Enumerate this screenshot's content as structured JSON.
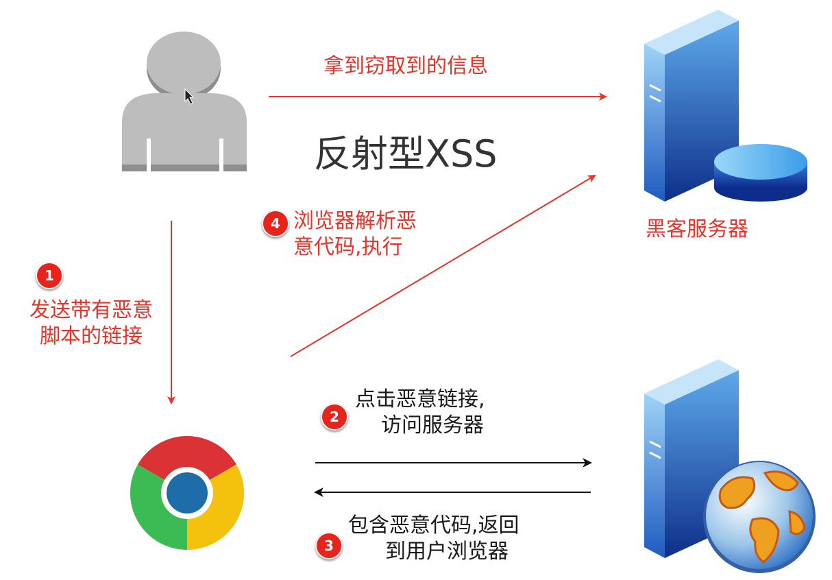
{
  "title": "反射型XSS",
  "top_arrow_label": "拿到窃取到的信息",
  "hacker_server_label": "黑客服务器",
  "step1": {
    "number": "1",
    "lines": [
      "发送带有恶意",
      "脚本的链接"
    ]
  },
  "step2": {
    "number": "2",
    "lines": [
      "点击恶意链接,",
      "访问服务器"
    ]
  },
  "step3": {
    "number": "3",
    "lines": [
      "包含恶意代码,返回",
      "到用户浏览器"
    ]
  },
  "step4": {
    "number": "4",
    "lines": [
      "浏览器解析恶",
      "意代码,执行"
    ]
  },
  "colors": {
    "arrow_red": "#e8322a",
    "arrow_black": "#111111",
    "badge": "#e8231c"
  },
  "icons": {
    "attacker": "user-silhouette-icon",
    "browser": "chrome-browser-icon",
    "hacker_server": "server-database-icon",
    "web_server": "server-globe-icon"
  }
}
